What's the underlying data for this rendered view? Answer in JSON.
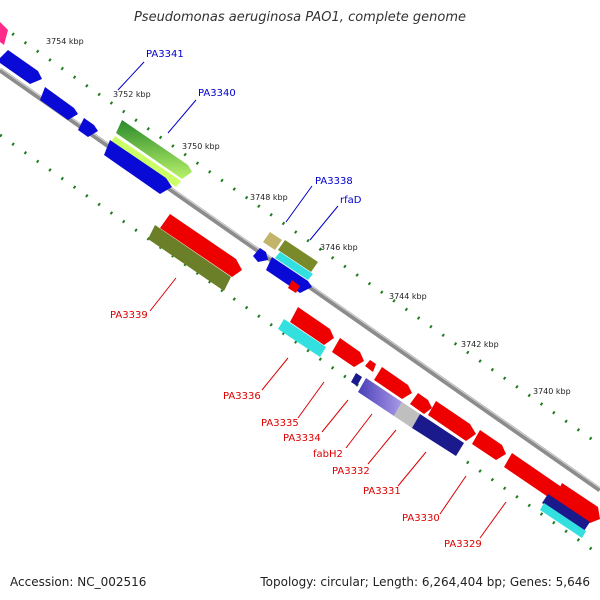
{
  "title": "Pseudomonas aeruginosa PAO1, complete genome",
  "footer": {
    "accession": "Accession: NC_002516",
    "summary": "Topology: circular; Length: 6,264,404 bp; Genes: 5,646"
  },
  "colors": {
    "backbone": "#8c8c8c",
    "tick": "#1e7d1e",
    "forward_label": "#0000cc",
    "reverse_label": "#dd0000"
  },
  "scale_labels": [
    "3754 kbp",
    "3752 kbp",
    "3750 kbp",
    "3748 kbp",
    "3746 kbp",
    "3744 kbp",
    "3742 kbp",
    "3740 kbp"
  ],
  "forward_gene_labels": [
    "PA3341",
    "PA3340",
    "PA3338",
    "rfaD"
  ],
  "reverse_gene_labels": [
    "PA3339",
    "PA3336",
    "PA3335",
    "PA3334",
    "fabH2",
    "PA3332",
    "PA3331",
    "PA3330",
    "PA3329"
  ],
  "gene_colors": [
    "magenta",
    "blue",
    "green",
    "light-green",
    "khaki",
    "olive",
    "cyan",
    "red",
    "navy",
    "slate-blue",
    "grey"
  ]
}
